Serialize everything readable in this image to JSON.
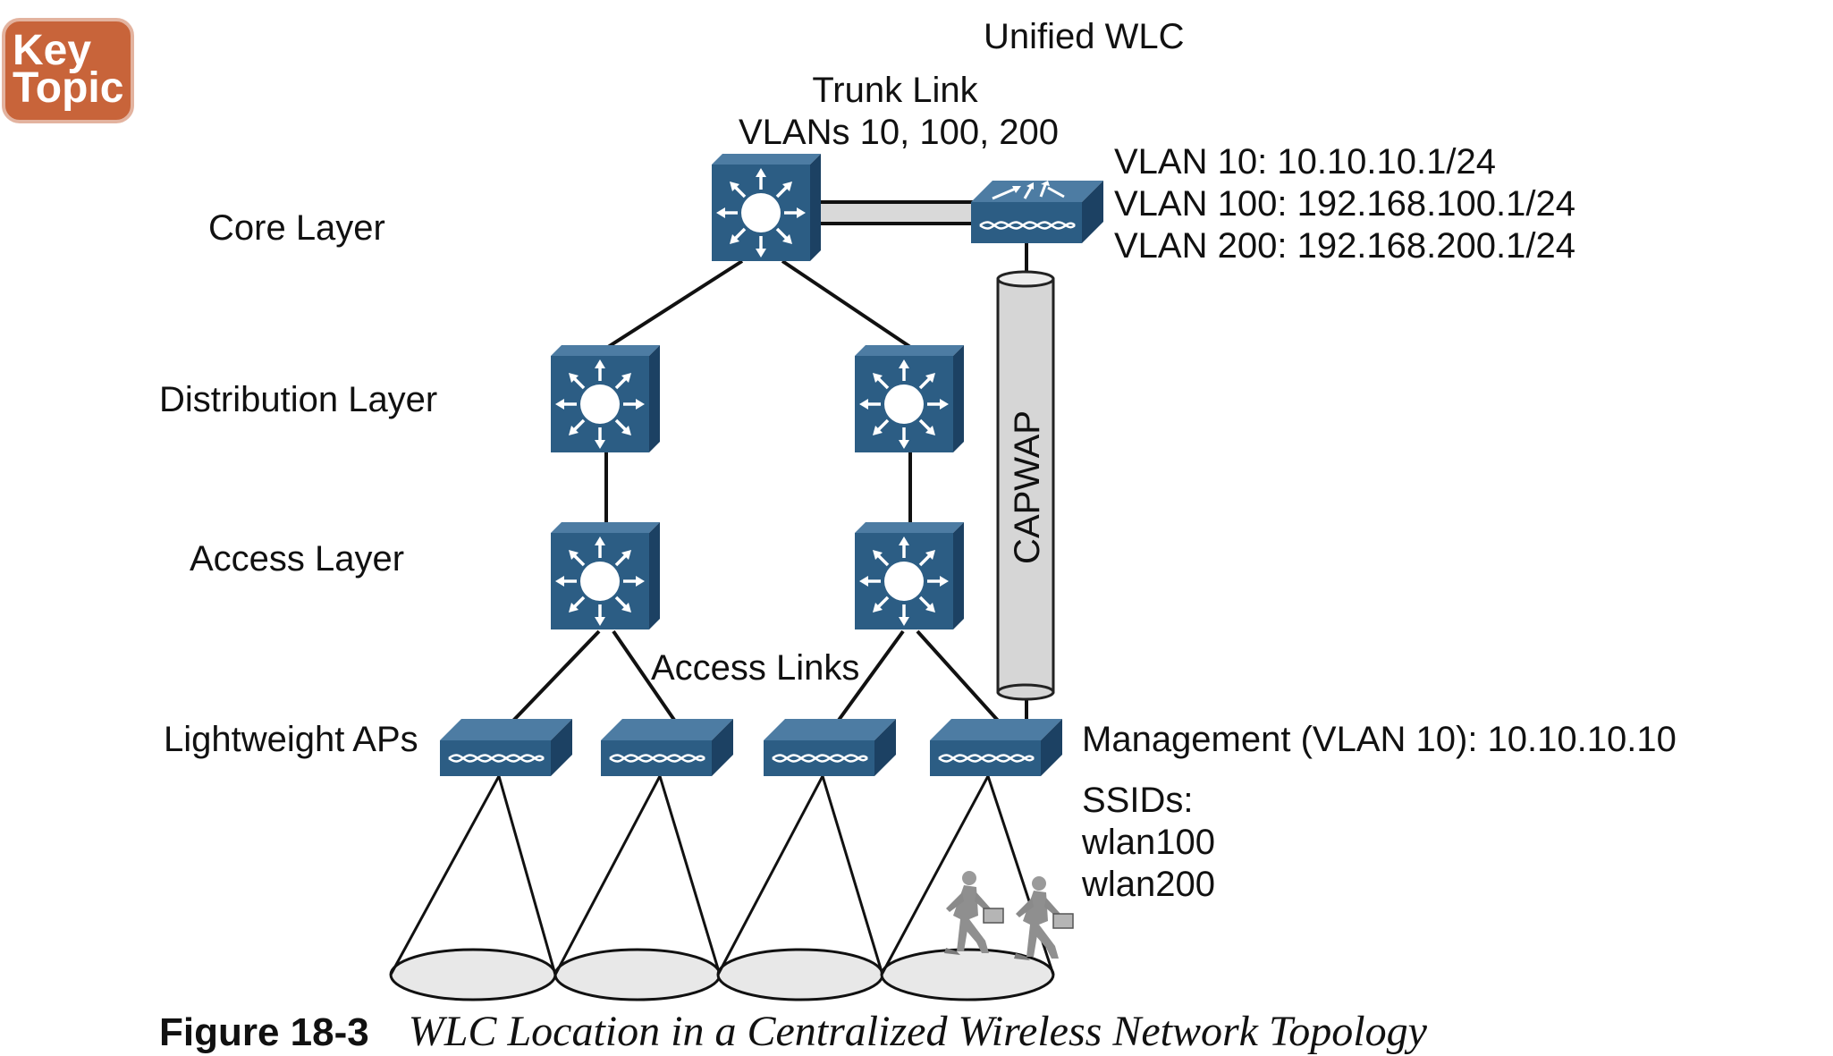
{
  "badge": {
    "line1": "Key",
    "line2": "Topic"
  },
  "wlc": {
    "title": "Unified WLC",
    "vlan_10": "VLAN 10: 10.10.10.1/24",
    "vlan_100": "VLAN 100: 192.168.100.1/24",
    "vlan_200": "VLAN 200: 192.168.200.1/24"
  },
  "trunk": {
    "line1": "Trunk Link",
    "line2": "VLANs 10, 100, 200"
  },
  "tunnel": {
    "label": "CAPWAP"
  },
  "layers": {
    "core": "Core Layer",
    "distribution": "Distribution Layer",
    "access": "Access Layer",
    "aps": "Lightweight APs"
  },
  "access_links": "Access Links",
  "ap_info": {
    "management": "Management (VLAN 10): 10.10.10.10",
    "ssids_heading": "SSIDs:",
    "ssids": [
      "wlan100",
      "wlan200"
    ]
  },
  "caption": {
    "number": "Figure 18-3",
    "title": "WLC Location in a Centralized Wireless Network Topology"
  },
  "colors": {
    "device_front": "#2c5d84",
    "device_top": "#4d7ca3",
    "device_side": "#1c4163",
    "link": "#111111",
    "trunk": "#d9d9d9",
    "tunnel": "#d6d6d6",
    "coverage_fill": "#e8e8e8",
    "badge": "#c8643a"
  },
  "icons": {
    "switch": "multilayer-switch-icon",
    "wlc": "wireless-lan-controller-icon",
    "ap": "lightweight-access-point-icon",
    "user": "mobile-user-icon"
  }
}
